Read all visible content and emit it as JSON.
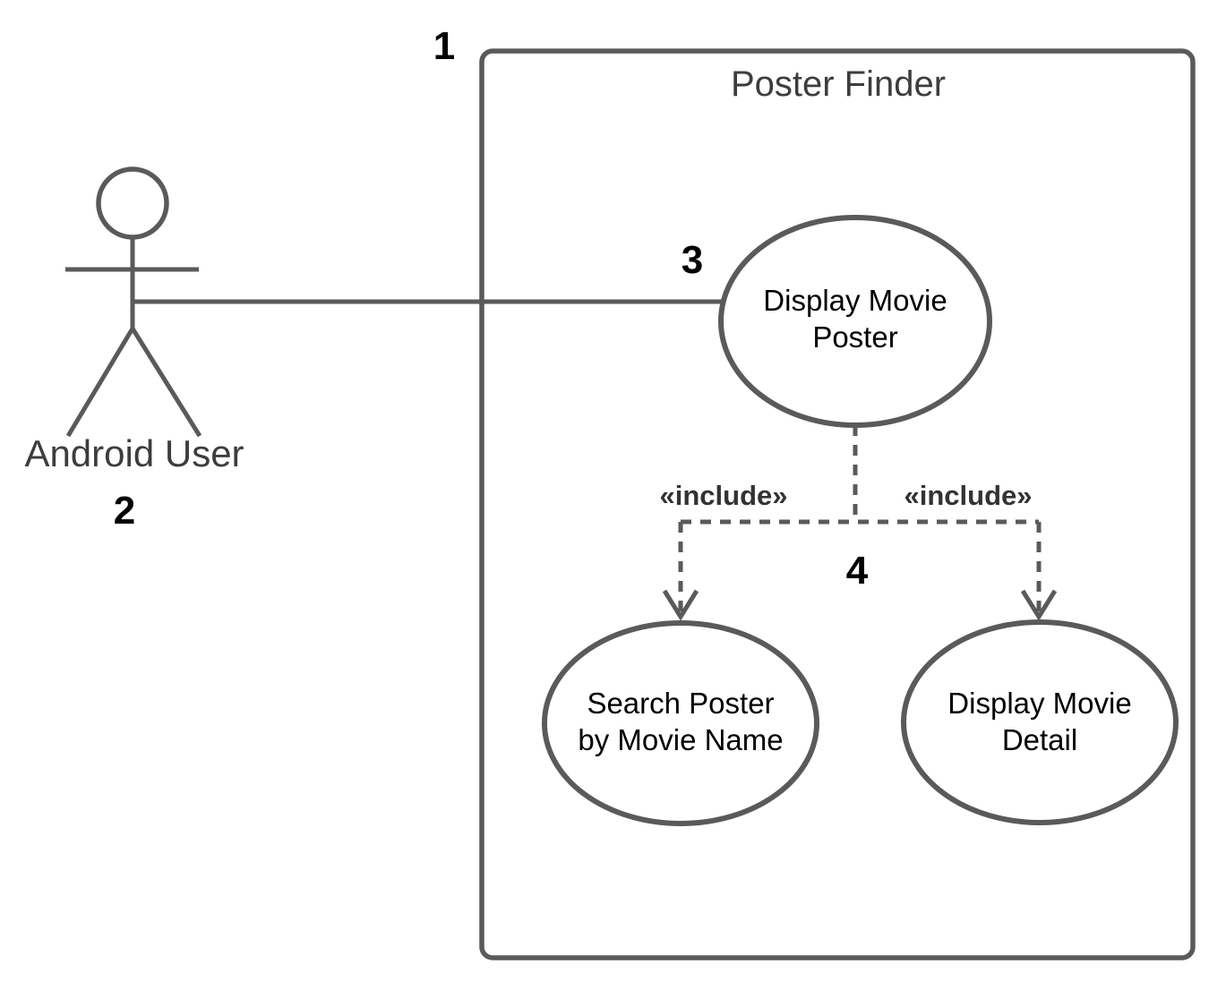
{
  "diagram": {
    "system": {
      "title": "Poster Finder"
    },
    "actor": {
      "label": "Android User"
    },
    "use_cases": [
      {
        "id": "display-movie-poster",
        "line1": "Display Movie",
        "line2": "Poster"
      },
      {
        "id": "search-poster-by-movie-name",
        "line1": "Search Poster",
        "line2": "by Movie Name"
      },
      {
        "id": "display-movie-detail",
        "line1": "Display Movie",
        "line2": "Detail"
      }
    ],
    "include_labels": [
      "«include»",
      "«include»"
    ],
    "markers": {
      "system_boundary": "1",
      "actor": "2",
      "use_case": "3",
      "include": "4"
    },
    "colors": {
      "stroke_gray": "#5a5a5a",
      "label_gray": "#3d3d3d",
      "include_gray": "#333333",
      "text_black": "#000000",
      "background": "#ffffff"
    }
  }
}
